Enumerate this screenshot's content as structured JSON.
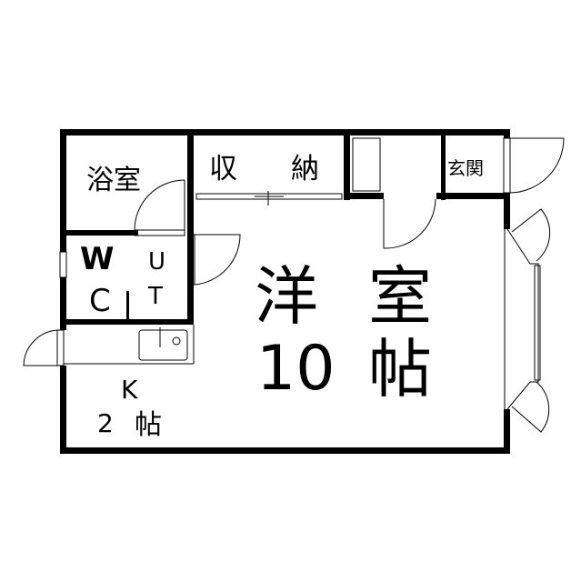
{
  "rooms": {
    "bath": "浴室",
    "storage_1": "収",
    "storage_2": "納",
    "entrance": "玄関",
    "wc_w": "W",
    "wc_c": "C",
    "ut_u": "U",
    "ut_t": "T",
    "western_1": "洋",
    "western_2": "室",
    "western_size": "10",
    "western_unit": "帖",
    "kitchen": "K",
    "kitchen_size": "2",
    "kitchen_unit": "帖"
  }
}
